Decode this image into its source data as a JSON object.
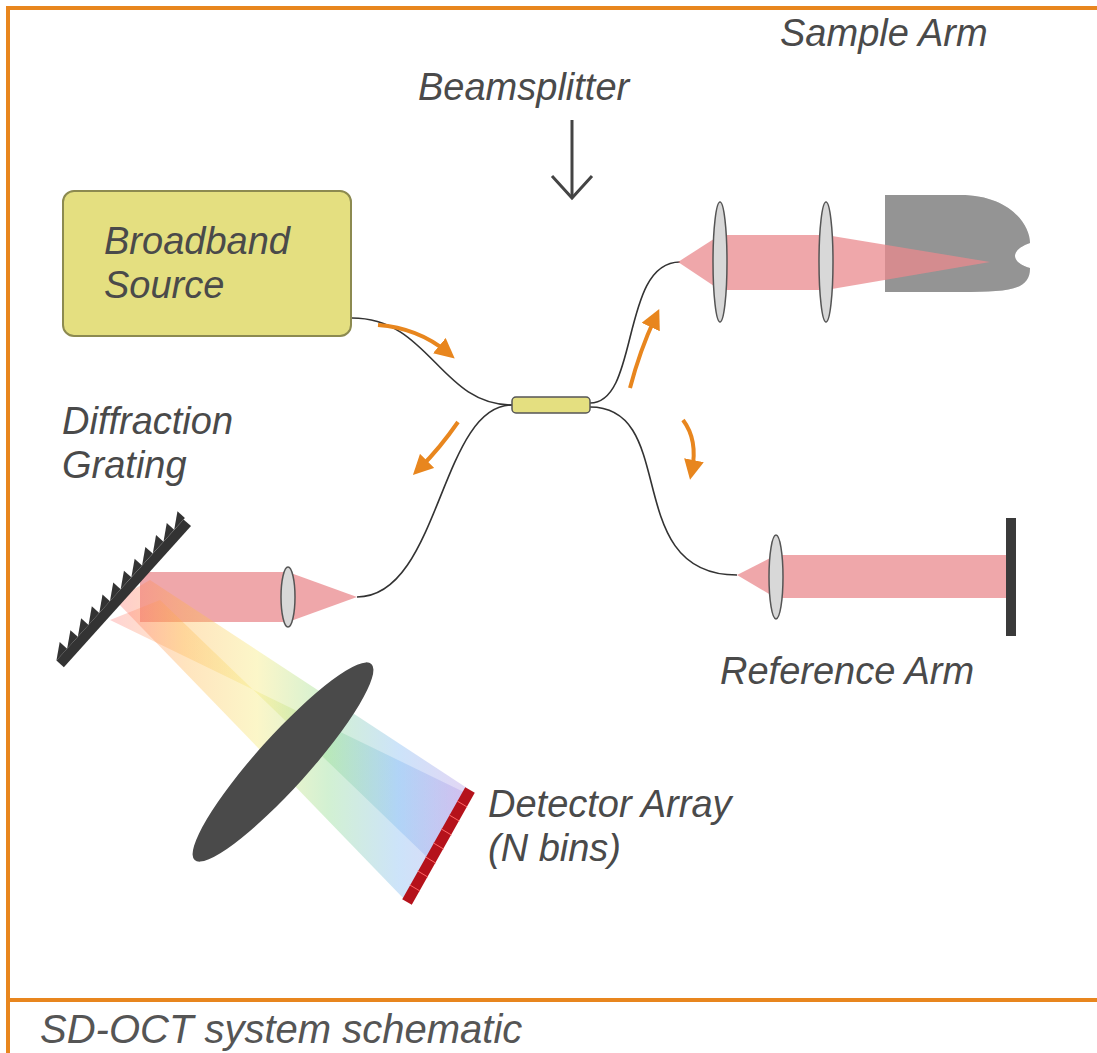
{
  "diagram": {
    "caption": "SD-OCT system schematic",
    "nodes": [
      {
        "text": [
          "Broadband Source"
        ]
      }
    ],
    "labels": [
      "Beamsplitter",
      "Sample Arm",
      "Diffraction Grating",
      "Detector Array (N bins)",
      "Reference Arm"
    ]
  }
}
